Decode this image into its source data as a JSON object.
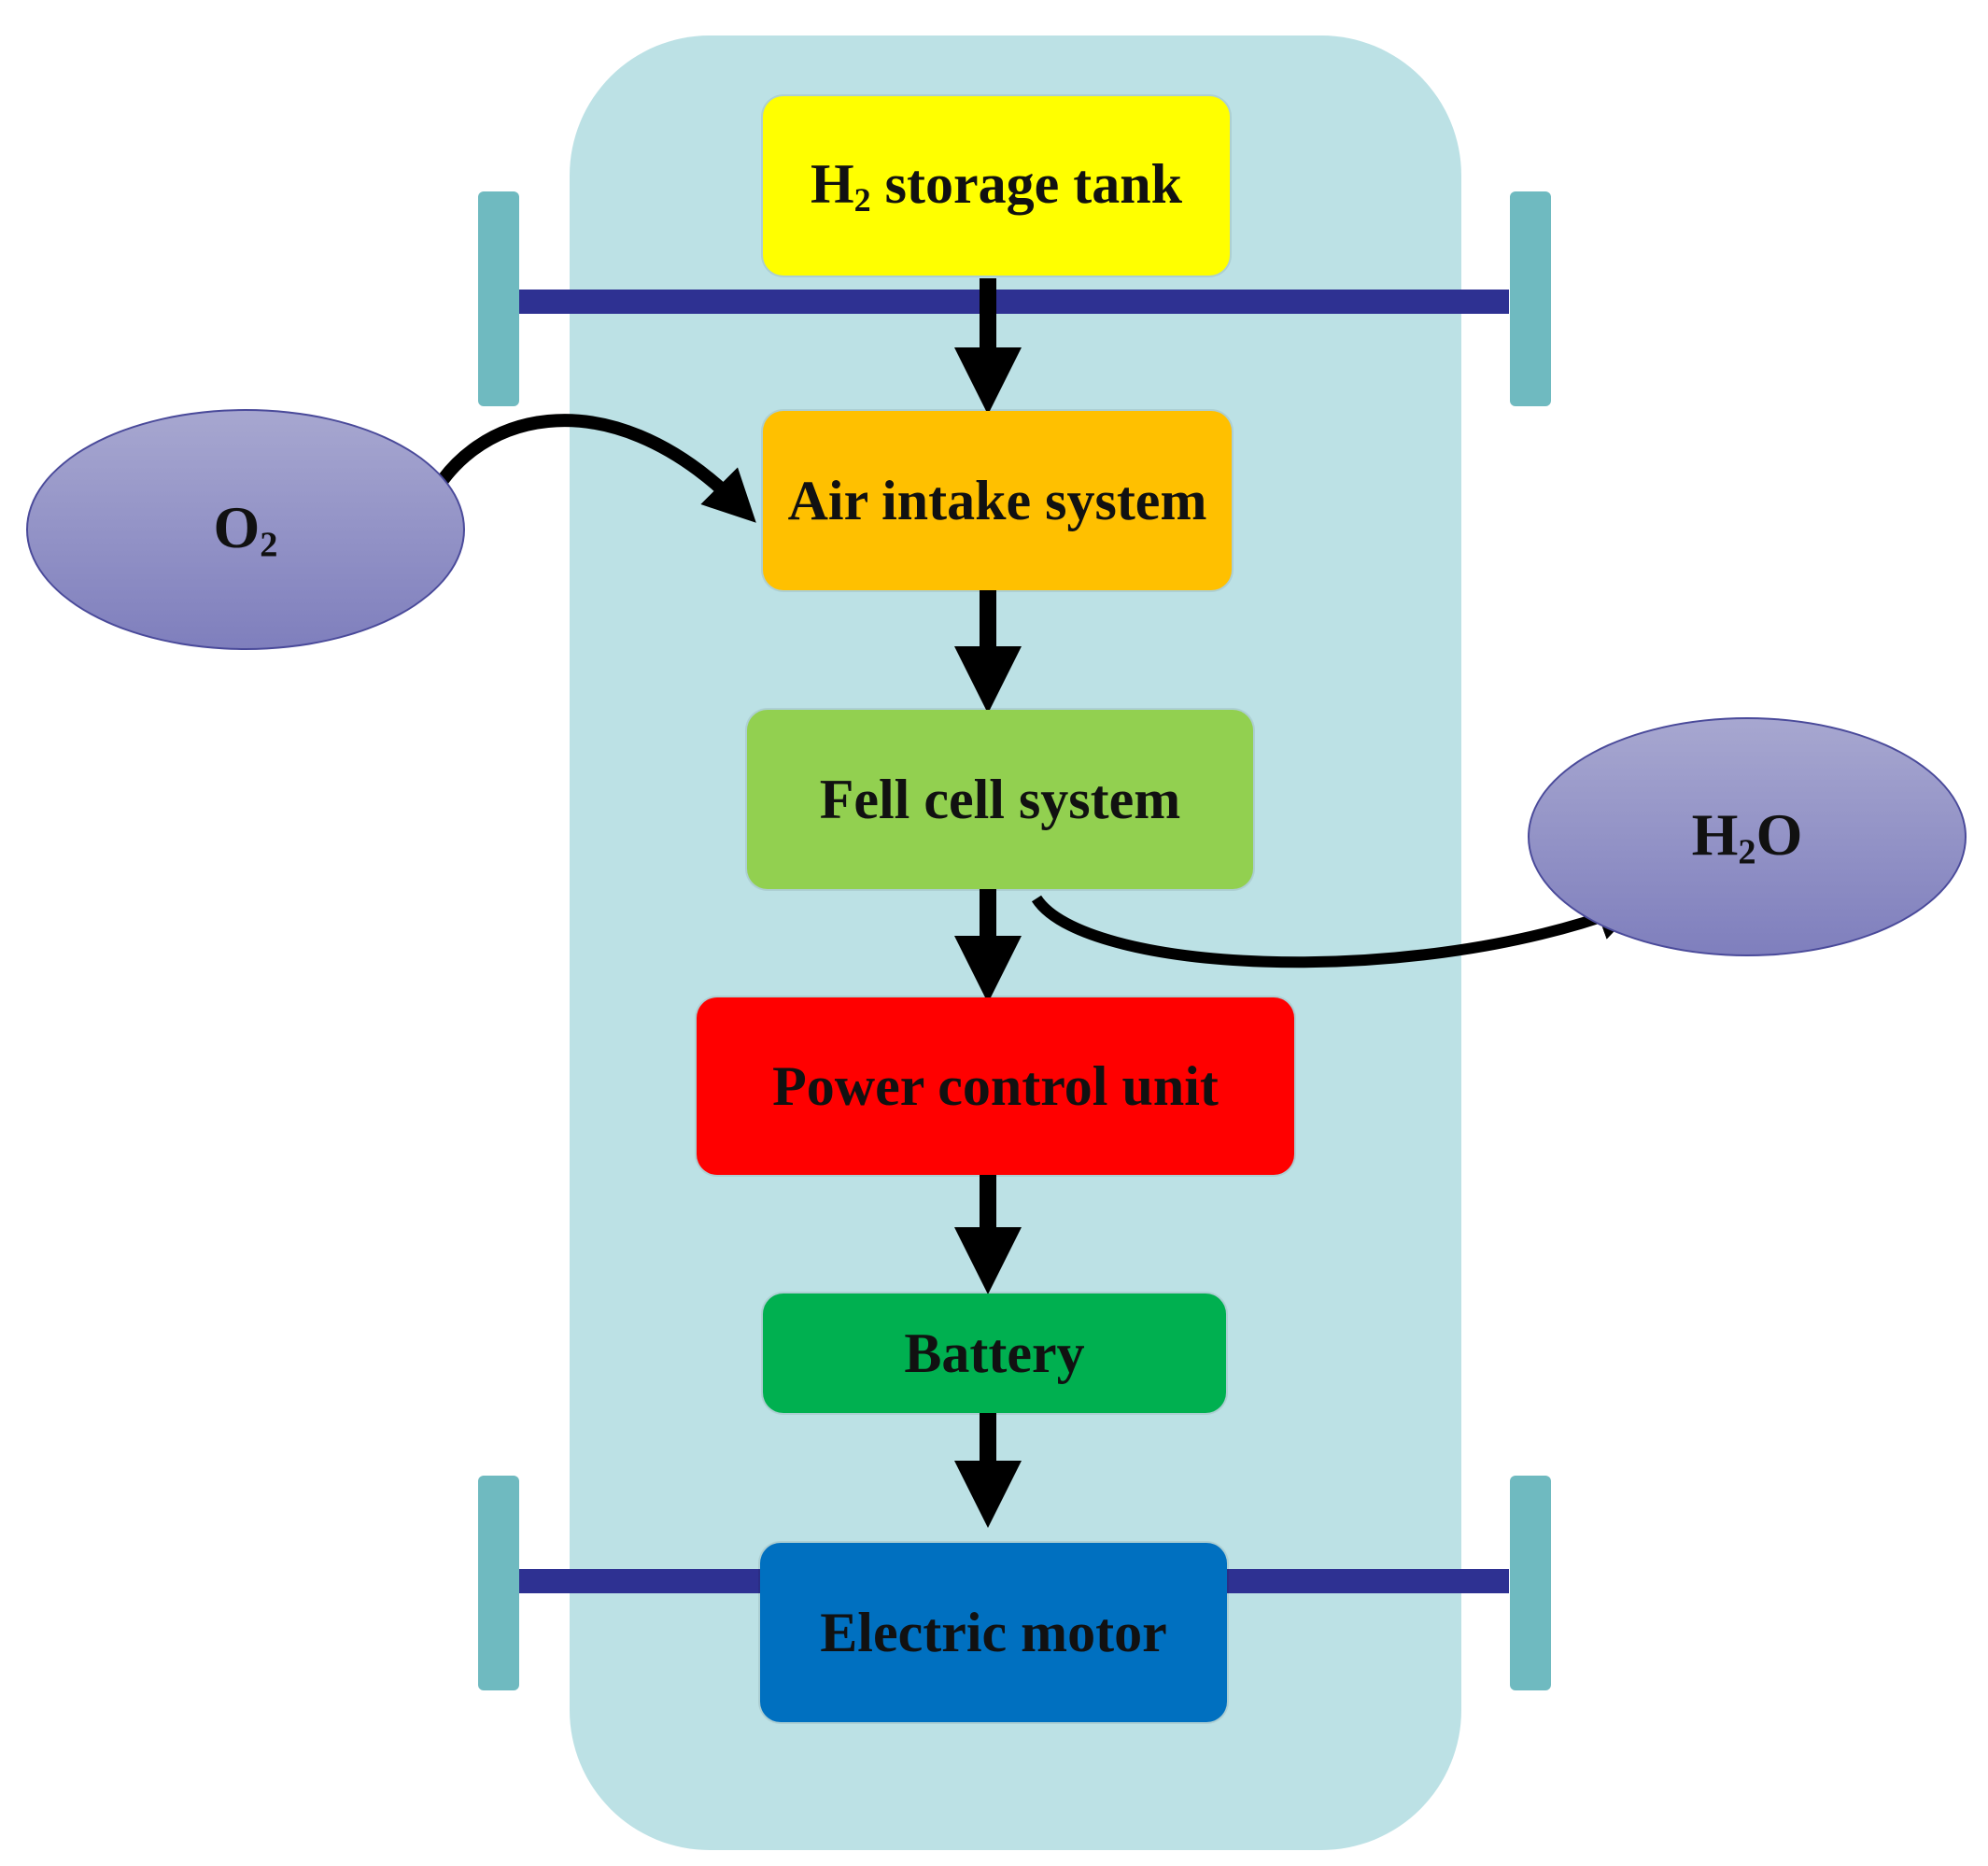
{
  "colors": {
    "car_body": "#bce1e5",
    "wheel": "#6fbac0",
    "axle": "#2e3192",
    "h2_tank": "#ffff00",
    "air_intake": "#ffc000",
    "fuel_cell": "#92d050",
    "power_control": "#ff0000",
    "battery": "#00b050",
    "motor": "#0070c0",
    "arrow": "#000000"
  },
  "components": {
    "h2_tank": {
      "label_main": "H",
      "label_sub": "2",
      "label_rest": " storage tank"
    },
    "air_intake": {
      "label": "Air intake system"
    },
    "fuel_cell": {
      "label": "Fell cell system"
    },
    "power_control": {
      "label": "Power control unit"
    },
    "battery": {
      "label": "Battery"
    },
    "motor": {
      "label": "Electric motor"
    }
  },
  "inputs": {
    "oxygen": {
      "label_main": "O",
      "label_sub": "2"
    }
  },
  "outputs": {
    "water": {
      "label_main": "H",
      "label_sub": "2",
      "label_rest": "O"
    }
  },
  "icons": [
    "wheel-icon",
    "axle-icon",
    "arrow-icon"
  ]
}
